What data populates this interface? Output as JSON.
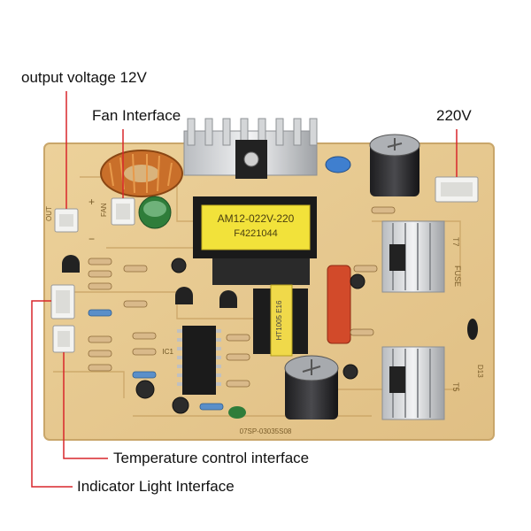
{
  "labels": {
    "output_voltage": "output voltage 12V",
    "fan_interface": "Fan Interface",
    "mains": "220V",
    "temperature_control": "Temperature control interface",
    "indicator_light": "Indicator Light Interface"
  },
  "board_print": {
    "transformer_line1": "AM12-022V-220",
    "transformer_line2": "F4221044",
    "inductor_text": "HT1005 E16",
    "bottom_code": "07SP-03035S08",
    "mark_out": "OUT",
    "mark_fan": "FAN",
    "mark_fuse": "FUSE",
    "mark_t5": "T5",
    "mark_t7": "T7",
    "mark_ic1": "IC1",
    "mark_d13": "D13",
    "mark_plus": "+",
    "mark_minus": "−"
  },
  "colors": {
    "board": "#e8c98e",
    "callout_line": "#d9262b",
    "label_text": "#111111"
  }
}
